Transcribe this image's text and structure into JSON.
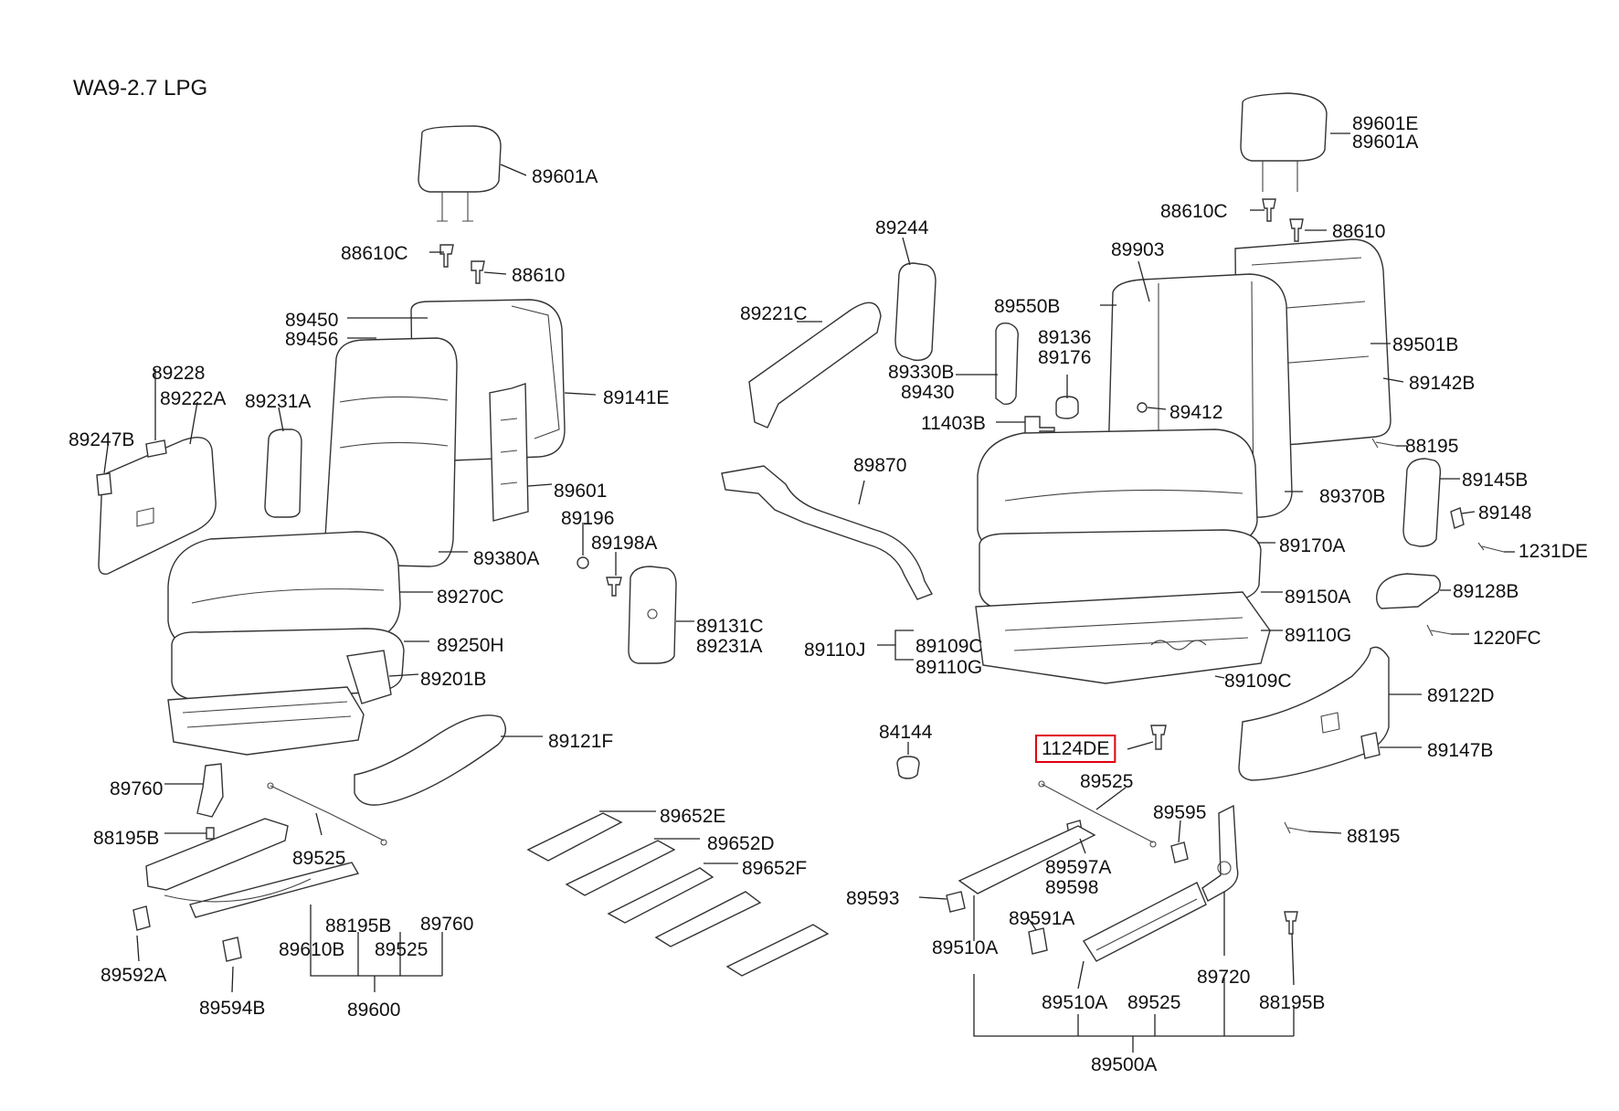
{
  "title": "WA9-2.7 LPG",
  "highlight_index": 80,
  "labels": [
    "89601A",
    "88610C",
    "88610",
    "89450",
    "89456",
    "89228",
    "89222A",
    "89231A",
    "89141E",
    "89247B",
    "89601",
    "89196",
    "89198A",
    "89380A",
    "89270C",
    "89131C",
    "89231A",
    "89250H",
    "89201B",
    "89121F",
    "89760",
    "88195B",
    "89525",
    "89652E",
    "89652D",
    "89652F",
    "88195B",
    "89760",
    "89610B",
    "89525",
    "89592A",
    "89594B",
    "89600",
    "89244",
    "89221C",
    "89330B",
    "89430",
    "89136",
    "89176",
    "11403B",
    "89903",
    "89550B",
    "89412",
    "89870",
    "89601E",
    "89601A",
    "88610C",
    "88610",
    "89501B",
    "89142B",
    "88195",
    "89145B",
    "89148",
    "89370B",
    "1231DE",
    "89170A",
    "89150A",
    "89128B",
    "89110J",
    "89109C",
    "89110G",
    "89110G",
    "1220FC",
    "89109C",
    "89122D",
    "89147B",
    "84144",
    "89525",
    "89595",
    "88195",
    "89597A",
    "89598",
    "89593",
    "89591A",
    "89510A",
    "89720",
    "89510A",
    "89525",
    "88195B",
    "89500A",
    "1124DE"
  ]
}
